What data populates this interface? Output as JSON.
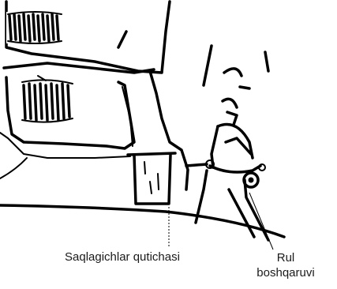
{
  "labels": {
    "fuse_box": "Saqlagichlar qutichasi",
    "steering_line1": "Rul",
    "steering_line2": "boshqaruvi"
  },
  "colors": {
    "ink": "#000000",
    "background": "#ffffff",
    "label_text": "#1a1a1a"
  }
}
